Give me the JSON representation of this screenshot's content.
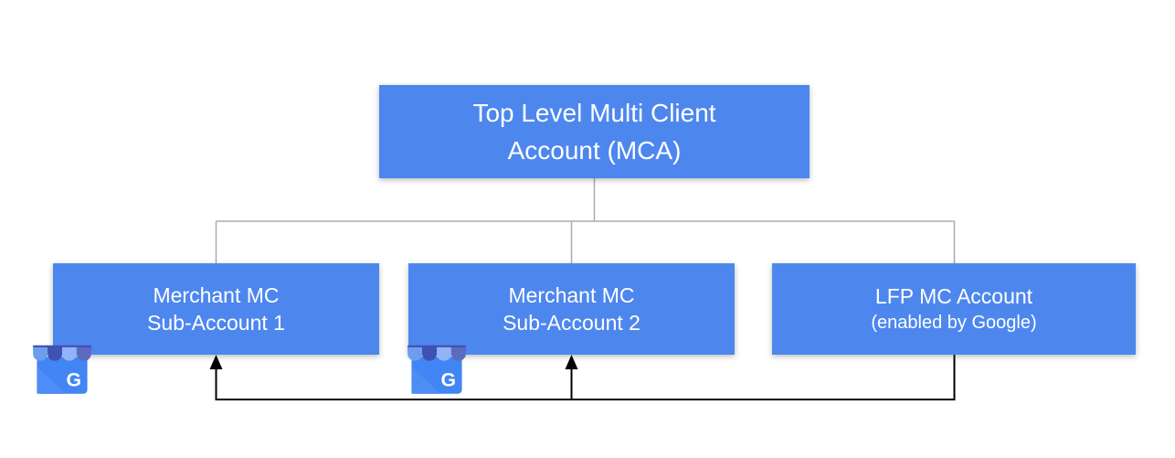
{
  "diagram": {
    "colors": {
      "node_fill": "#4d87ee",
      "node_text": "#ffffff",
      "tree_line": "#ababab",
      "flow_line": "#000000",
      "icon_body": "#4285f4",
      "icon_fold": "#4d8df5",
      "icon_awning_bar": "#3f51b5",
      "icon_awning_scallops": [
        "#6d9eeb",
        "#3f51b5",
        "#8fb5f8",
        "#5c6bc0"
      ]
    },
    "nodes": {
      "mca": {
        "line1": "Top Level Multi Client",
        "line2": "Account (MCA)"
      },
      "sub1": {
        "line1": "Merchant MC",
        "line2": "Sub-Account 1"
      },
      "sub2": {
        "line1": "Merchant MC",
        "line2": "Sub-Account 2"
      },
      "lfp": {
        "line1": "LFP MC Account",
        "line2": "(enabled by Google)"
      }
    },
    "icon": {
      "name": "google-my-business",
      "g_letter": "G"
    }
  }
}
